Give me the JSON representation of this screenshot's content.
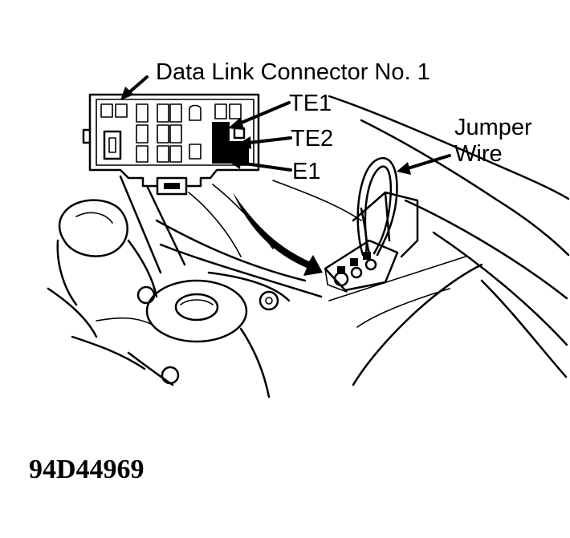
{
  "labels": {
    "data_link_connector": "Data Link Connector No. 1",
    "te1": "TE1",
    "te2": "TE2",
    "e1": "E1",
    "jumper_line1": "Jumper",
    "jumper_line2": "Wire"
  },
  "figure_id": "94D44969"
}
